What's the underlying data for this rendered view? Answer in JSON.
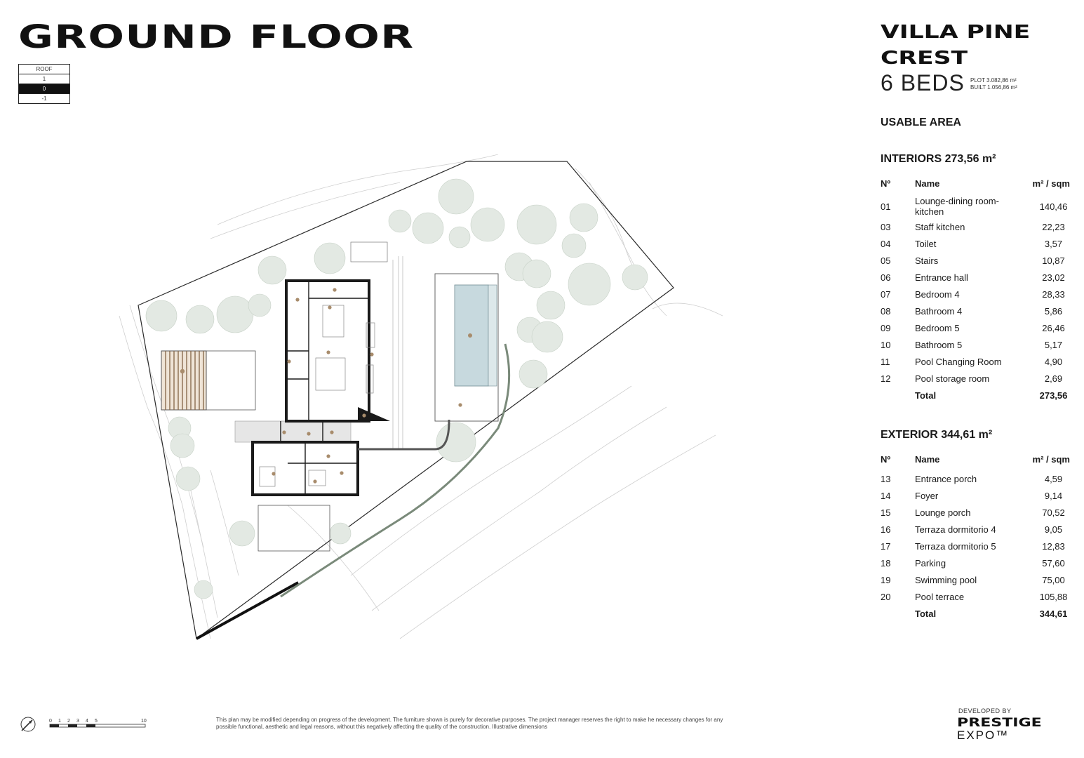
{
  "page": {
    "title": "GROUND FLOOR",
    "levels": [
      "ROOF",
      "1",
      "0",
      "-1"
    ],
    "active_level": "0"
  },
  "villa": {
    "name": "VILLA PINE CREST",
    "beds": "6 BEDS",
    "plot": "PLOT 3.082,86 m²",
    "built": "BUILT 1.056,86 m²"
  },
  "usable_area_label": "USABLE AREA",
  "interiors": {
    "heading": "INTERIORS 273,56 m²",
    "columns": [
      "Nº",
      "Name",
      "m² / sqm"
    ],
    "rows": [
      {
        "no": "01",
        "name": "Lounge-dining room-kitchen",
        "area": "140,46"
      },
      {
        "no": "03",
        "name": "Staff kitchen",
        "area": "22,23"
      },
      {
        "no": "04",
        "name": "Toilet",
        "area": "3,57"
      },
      {
        "no": "05",
        "name": "Stairs",
        "area": "10,87"
      },
      {
        "no": "06",
        "name": "Entrance hall",
        "area": "23,02"
      },
      {
        "no": "07",
        "name": "Bedroom 4",
        "area": "28,33"
      },
      {
        "no": "08",
        "name": "Bathroom 4",
        "area": "5,86"
      },
      {
        "no": "09",
        "name": "Bedroom 5",
        "area": "26,46"
      },
      {
        "no": "10",
        "name": "Bathroom 5",
        "area": "5,17"
      },
      {
        "no": "11",
        "name": "Pool Changing Room",
        "area": "4,90"
      },
      {
        "no": "12",
        "name": "Pool storage room",
        "area": "2,69"
      }
    ],
    "total_label": "Total",
    "total": "273,56"
  },
  "exterior": {
    "heading": "EXTERIOR 344,61 m²",
    "columns": [
      "Nº",
      "Name",
      "m² / sqm"
    ],
    "rows": [
      {
        "no": "13",
        "name": "Entrance porch",
        "area": "4,59"
      },
      {
        "no": "14",
        "name": "Foyer",
        "area": "9,14"
      },
      {
        "no": "15",
        "name": "Lounge porch",
        "area": "70,52"
      },
      {
        "no": "16",
        "name": "Terraza dormitorio 4",
        "area": "9,05"
      },
      {
        "no": "17",
        "name": "Terraza dormitorio 5",
        "area": "12,83"
      },
      {
        "no": "18",
        "name": "Parking",
        "area": "57,60"
      },
      {
        "no": "19",
        "name": "Swimming pool",
        "area": "75,00"
      },
      {
        "no": "20",
        "name": "Pool terrace",
        "area": "105,88"
      }
    ],
    "total_label": "Total",
    "total": "344,61"
  },
  "scale": {
    "ticks": [
      "0",
      "1",
      "2",
      "3",
      "4",
      "5",
      "10"
    ]
  },
  "disclaimer": "This plan may be modified depending on progress of the development. The furniture shown is purely for decorative purposes. The project manager reserves the right to make he necessary changes for any possible functional, aesthetic and legal reasons, without this negatively affecting the quality of the construction. Illustrative dimensions",
  "developer": {
    "label": "DEVELOPED BY",
    "brand_main": "PRESTIGE",
    "brand_sub": "EXPO™"
  },
  "colors": {
    "ink": "#111111",
    "tree": "#dfe6df",
    "pool": "#c5d7dc",
    "marker": "#a88c6c",
    "site_line": "#2a2a2a"
  }
}
